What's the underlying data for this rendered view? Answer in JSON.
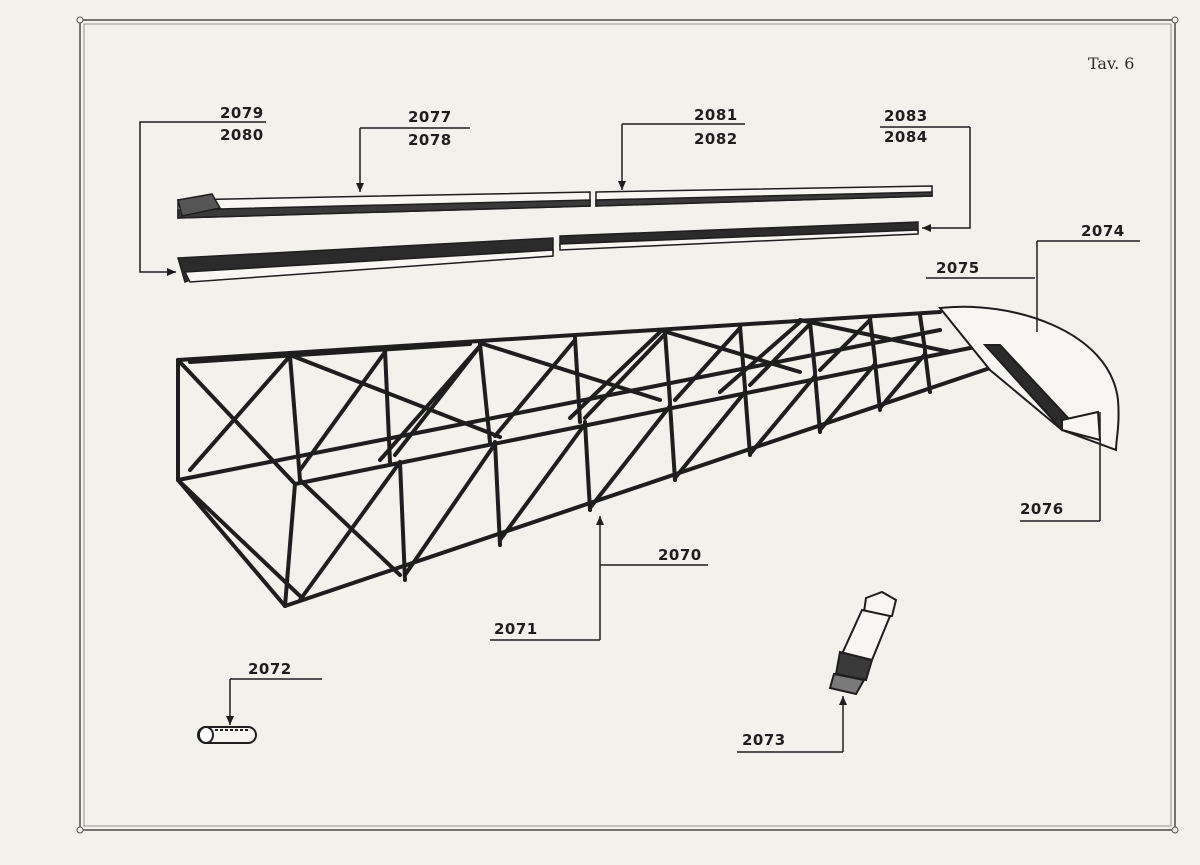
{
  "plate": {
    "title": "Tav. 6"
  },
  "parts": {
    "p2079": "2079",
    "p2080": "2080",
    "p2077": "2077",
    "p2078": "2078",
    "p2081": "2081",
    "p2082": "2082",
    "p2083": "2083",
    "p2084": "2084",
    "p2074": "2074",
    "p2075": "2075",
    "p2076": "2076",
    "p2070": "2070",
    "p2071": "2071",
    "p2072": "2072",
    "p2073": "2073"
  },
  "colors": {
    "paper": "#f3f1ec",
    "ink": "#1e1e1e",
    "frame": "#555555"
  }
}
